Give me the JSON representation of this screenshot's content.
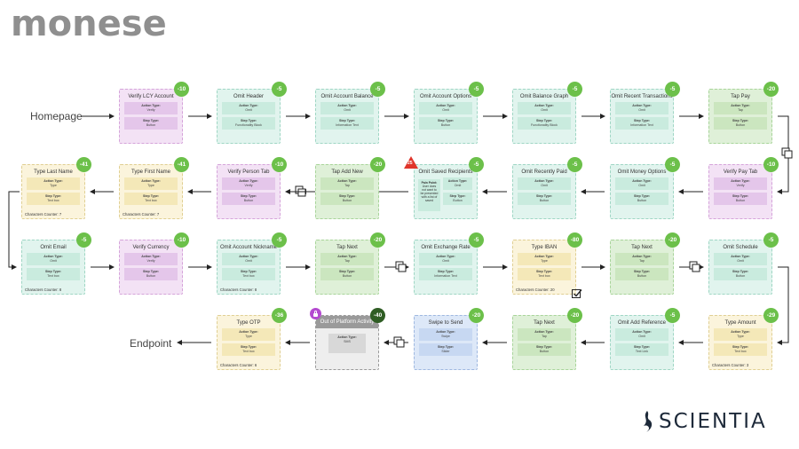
{
  "brand": {
    "logo": "monese",
    "footer": "SCIENTIA"
  },
  "labels": {
    "homepage": "Homepage",
    "endpoint": "Endpoint"
  },
  "field_labels": {
    "action": "Action Type:",
    "step": "Step Type:"
  },
  "row1": [
    {
      "title": "Verify LCY Account",
      "action": "Verify",
      "step": "Button",
      "score": "-10",
      "color": "purple"
    },
    {
      "title": "Omit Header",
      "action": "Omit",
      "step": "Functionality Block",
      "score": "-5",
      "color": "teal"
    },
    {
      "title": "Omit Account Balance",
      "action": "Omit",
      "step": "Information Text",
      "score": "-5",
      "color": "teal"
    },
    {
      "title": "Omit Account Options",
      "action": "Omit",
      "step": "Button",
      "score": "-5",
      "color": "teal"
    },
    {
      "title": "Omit Balance Graph",
      "action": "Omit",
      "step": "Functionality Block",
      "score": "-5",
      "color": "teal"
    },
    {
      "title": "Omit Recent Transactions",
      "action": "Omit",
      "step": "Information Text",
      "score": "-5",
      "color": "teal"
    },
    {
      "title": "Tap Pay",
      "action": "Tap",
      "step": "Button",
      "score": "-20",
      "color": "green"
    }
  ],
  "row2": [
    {
      "title": "Type Last Name",
      "action": "Type",
      "step": "Text box",
      "score": "-41",
      "color": "yellow",
      "counter": "Characters Counter: 7"
    },
    {
      "title": "Type First Name",
      "action": "Type",
      "step": "Text box",
      "score": "-41",
      "color": "yellow",
      "counter": "Characters Counter: 7"
    },
    {
      "title": "Verify Person Tab",
      "action": "Verify",
      "step": "Button",
      "score": "-10",
      "color": "purple"
    },
    {
      "title": "Tap Add New",
      "action": "Tap",
      "step": "Button",
      "score": "-20",
      "color": "green"
    },
    {
      "title": "Omit Saved Recipients",
      "action": "Omit",
      "step": "Button",
      "score": "-5",
      "color": "teal",
      "pain_title": "Pain Point:",
      "pain_text": "User does not want to be presented with a list of saved",
      "pain_count": "25"
    },
    {
      "title": "Omit Recently Paid",
      "action": "Omit",
      "step": "Button",
      "score": "-5",
      "color": "teal"
    },
    {
      "title": "Omit Money Options",
      "action": "Omit",
      "step": "Button",
      "score": "-5",
      "color": "teal"
    },
    {
      "title": "Verify Pay Tab",
      "action": "Verify",
      "step": "Button",
      "score": "-10",
      "color": "purple"
    }
  ],
  "row3": [
    {
      "title": "Omit Email",
      "action": "Omit",
      "step": "Text box",
      "score": "-5",
      "color": "teal",
      "counter": "Characters Counter: 8"
    },
    {
      "title": "Verify Currency",
      "action": "Verify",
      "step": "Button",
      "score": "-10",
      "color": "purple"
    },
    {
      "title": "Omit Account Nickname",
      "action": "Omit",
      "step": "Text box",
      "score": "-5",
      "color": "teal",
      "counter": "Characters Counter: 8"
    },
    {
      "title": "Tap Next",
      "action": "Tap",
      "step": "Button",
      "score": "-20",
      "color": "green"
    },
    {
      "title": "Omit Exchange Rate",
      "action": "Omit",
      "step": "Information Text",
      "score": "-5",
      "color": "teal"
    },
    {
      "title": "Type IBAN",
      "action": "Type",
      "step": "Text box",
      "score": "-80",
      "color": "yellow",
      "counter": "Characters Counter: 20"
    },
    {
      "title": "Tap Next",
      "action": "Tap",
      "step": "Button",
      "score": "-20",
      "color": "green"
    },
    {
      "title": "Omit Schedule",
      "action": "Omit",
      "step": "Button",
      "score": "-5",
      "color": "teal"
    }
  ],
  "row4": [
    {
      "title": "Type OTP",
      "action": "Type",
      "step": "Text box",
      "score": "-36",
      "color": "yellow",
      "counter": "Characters Counter: 6"
    },
    {
      "title": "Out of Platform Activity",
      "action": "Type",
      "step": "SMS",
      "score": "-40",
      "color": "gray",
      "single": true
    },
    {
      "title": "Swipe to Send",
      "action": "Swipe",
      "step": "Slider",
      "score": "-20",
      "color": "blue"
    },
    {
      "title": "Tap Next",
      "action": "Tap",
      "step": "Button",
      "score": "-20",
      "color": "green"
    },
    {
      "title": "Omit Add Reference",
      "action": "Omit",
      "step": "Text Link",
      "score": "-5",
      "color": "teal"
    },
    {
      "title": "Type Amount",
      "action": "Type",
      "step": "Text box",
      "score": "-29",
      "color": "yellow",
      "counter": "Characters Counter: 3"
    }
  ],
  "colors": {
    "green_badge": "#6cc04a",
    "dark_badge": "#2f5d24",
    "pain_red": "#e0352b",
    "lock": "#b44ad0"
  },
  "icons": [
    "screen-transition-icon",
    "checkbox-icon",
    "lock-icon",
    "warning-icon",
    "scientia-flame-icon"
  ]
}
